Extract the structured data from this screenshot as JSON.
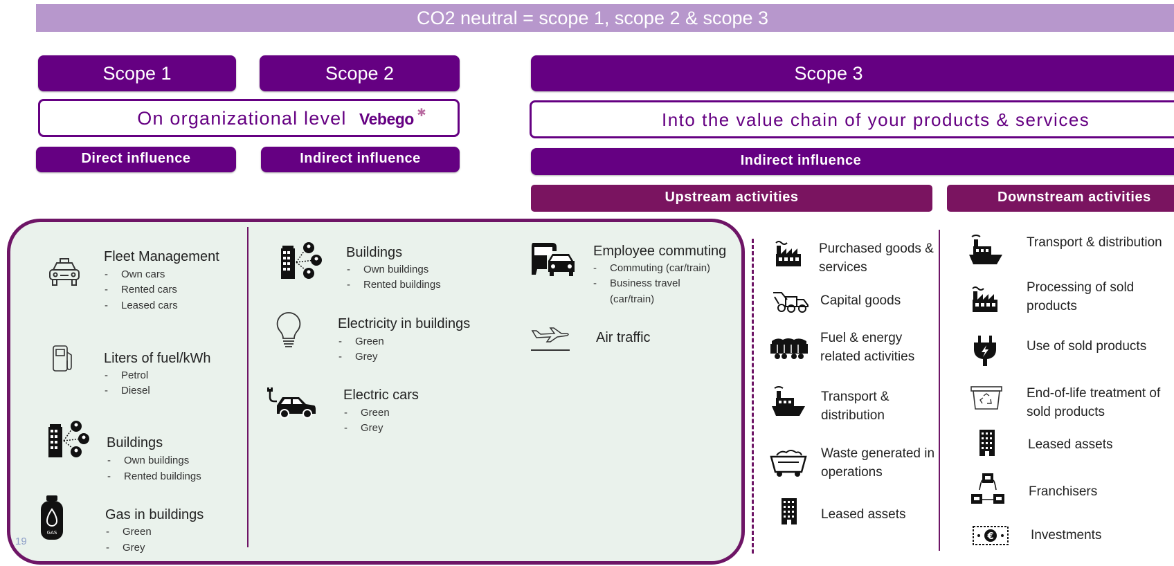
{
  "header": {
    "title": "CO2 neutral = scope 1, scope 2 & scope 3"
  },
  "scopes": {
    "scope1": "Scope 1",
    "scope2": "Scope 2",
    "scope3": "Scope 3"
  },
  "levels": {
    "organizational": "On organizational level",
    "brand": "Vebego",
    "value_chain": "Into the value chain of your products & services"
  },
  "influence": {
    "direct": "Direct influence",
    "indirect_scope2": "Indirect influence",
    "indirect_scope3": "Indirect influence"
  },
  "activities": {
    "upstream": "Upstream activities",
    "downstream": "Downstream activities"
  },
  "scope1_items": [
    {
      "title": "Fleet Management",
      "icon": "car-icon",
      "subs": [
        "Own cars",
        "Rented cars",
        "Leased cars"
      ]
    },
    {
      "title": "Liters of fuel/kWh",
      "icon": "fuel-pump-icon",
      "subs": [
        "Petrol",
        "Diesel"
      ]
    },
    {
      "title": "Buildings",
      "icon": "building-people-icon",
      "subs": [
        "Own buildings",
        "Rented buildings"
      ]
    },
    {
      "title": "Gas in buildings",
      "icon": "gas-cylinder-icon",
      "subs": [
        "Green",
        "Grey"
      ]
    }
  ],
  "scope2_items": [
    {
      "title": "Buildings",
      "icon": "building-people-icon",
      "subs": [
        "Own buildings",
        "Rented buildings"
      ]
    },
    {
      "title": "Electricity in buildings",
      "icon": "lightbulb-icon",
      "subs": [
        "Green",
        "Grey"
      ]
    },
    {
      "title": "Electric cars",
      "icon": "electric-car-icon",
      "subs": [
        "Green",
        "Grey"
      ]
    }
  ],
  "scope3_panel_items": [
    {
      "title": "Employee commuting",
      "icon": "bus-car-icon",
      "subs": [
        "Commuting (car/train)",
        "Business travel",
        "(car/train)"
      ]
    },
    {
      "title": "Air traffic",
      "icon": "airplane-icon",
      "subs": []
    }
  ],
  "upstream": [
    {
      "label": "Purchased goods & services",
      "icon": "factory-icon"
    },
    {
      "label": "Capital goods",
      "icon": "tow-truck-icon"
    },
    {
      "label": "Fuel & energy related activities",
      "icon": "train-wagon-icon"
    },
    {
      "label": "Transport & distribution",
      "icon": "ship-icon"
    },
    {
      "label": "Waste generated in operations",
      "icon": "waste-container-icon"
    },
    {
      "label": "Leased assets",
      "icon": "office-building-icon"
    }
  ],
  "downstream": [
    {
      "label": "Transport & distribution",
      "icon": "ship-icon"
    },
    {
      "label": "Processing of sold products",
      "icon": "factory-icon"
    },
    {
      "label": "Use of sold products",
      "icon": "power-plug-icon"
    },
    {
      "label": "End-of-life treatment of sold products",
      "icon": "recycle-bin-icon"
    },
    {
      "label": "Leased assets",
      "icon": "office-building-icon"
    },
    {
      "label": "Franchisers",
      "icon": "franchise-network-icon"
    },
    {
      "label": "Investments",
      "icon": "euro-banknote-icon"
    }
  ],
  "page_number": "19",
  "colors": {
    "purple": "#650082",
    "plum": "#7a1460",
    "lavender": "#b797cc",
    "panel_bg": "#eaf2ec"
  }
}
